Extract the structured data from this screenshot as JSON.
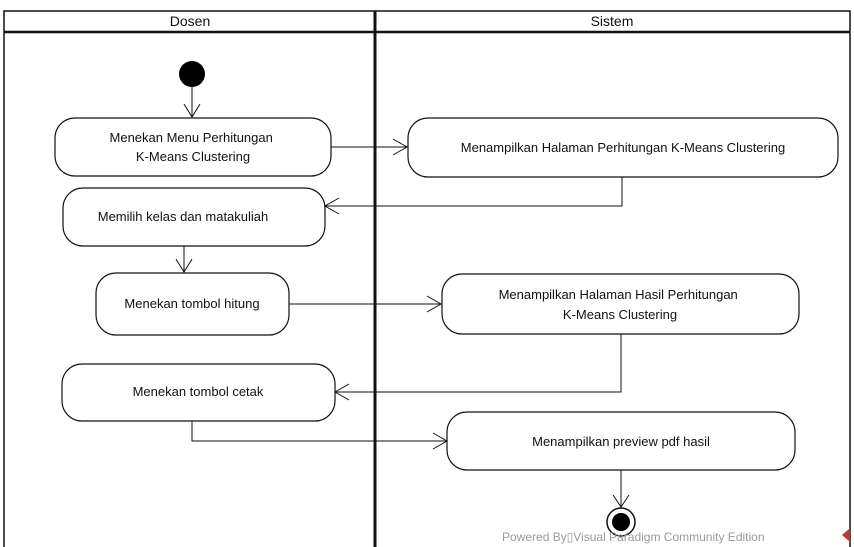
{
  "swimlanes": [
    {
      "id": "dosen",
      "title": "Dosen"
    },
    {
      "id": "sistem",
      "title": "Sistem"
    }
  ],
  "actions": [
    {
      "id": "a1",
      "lane": "dosen",
      "lines": [
        "Menekan Menu Perhitungan",
        "K-Means Clustering"
      ]
    },
    {
      "id": "a2",
      "lane": "sistem",
      "lines": [
        "Menampilkan Halaman Perhitungan K-Means Clustering"
      ]
    },
    {
      "id": "a3",
      "lane": "dosen",
      "lines": [
        "Memilih kelas dan matakuliah"
      ]
    },
    {
      "id": "a4",
      "lane": "dosen",
      "lines": [
        "Menekan tombol hitung"
      ]
    },
    {
      "id": "a5",
      "lane": "sistem",
      "lines": [
        "Menampilkan Halaman Hasil Perhitungan",
        "K-Means Clustering"
      ]
    },
    {
      "id": "a6",
      "lane": "dosen",
      "lines": [
        "Menekan tombol cetak"
      ]
    },
    {
      "id": "a7",
      "lane": "sistem",
      "lines": [
        "Menampilkan preview pdf hasil"
      ]
    }
  ],
  "flows": [
    {
      "from": "start",
      "to": "a1"
    },
    {
      "from": "a1",
      "to": "a2"
    },
    {
      "from": "a2",
      "to": "a3"
    },
    {
      "from": "a3",
      "to": "a4"
    },
    {
      "from": "a4",
      "to": "a5"
    },
    {
      "from": "a5",
      "to": "a6"
    },
    {
      "from": "a6",
      "to": "a7"
    },
    {
      "from": "a7",
      "to": "end"
    }
  ],
  "watermark": "Powered By▯Visual Paradigm Community Edition",
  "colors": {
    "line": "#111111",
    "watermark": "#9a9a9a",
    "logo": "#c0392b"
  }
}
